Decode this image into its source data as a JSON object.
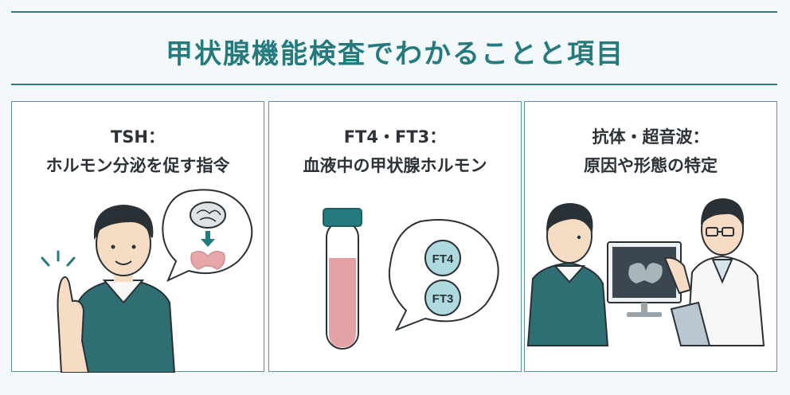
{
  "title": "甲状腺機能検査でわかることと項目",
  "panels": [
    {
      "line1": "TSH：",
      "line2": "ホルモン分泌を促す指令"
    },
    {
      "line1": "FT4・FT3：",
      "line2": "血液中の甲状腺ホルモン",
      "badge1": "FT4",
      "badge2": "FT3"
    },
    {
      "line1": "抗体・超音波：",
      "line2": "原因や形態の特定"
    }
  ],
  "colors": {
    "accent": "#247a7c",
    "sweater": "#2f6f73",
    "thyroid": "#e7a7a8",
    "blood": "#e3a2a6",
    "badge": "#aed9df"
  }
}
